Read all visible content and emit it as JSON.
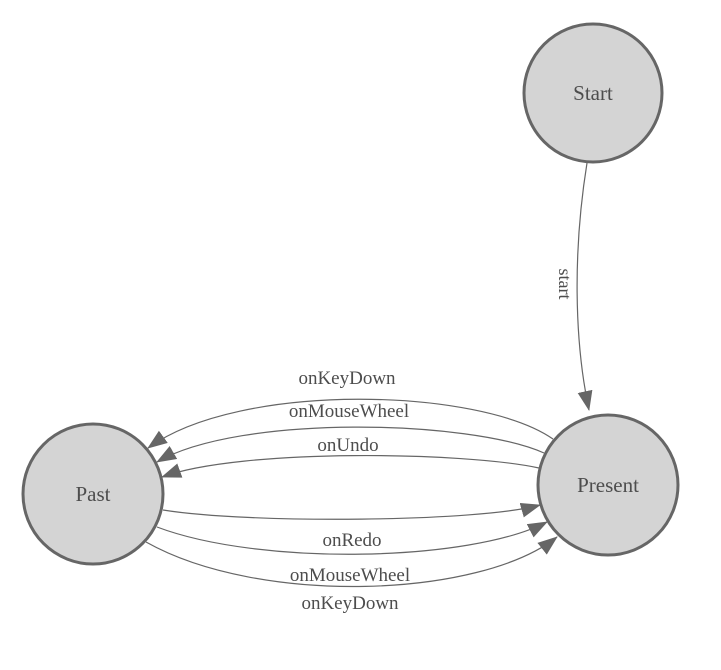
{
  "diagram": {
    "kind": "state-machine",
    "background": "#ffffff",
    "colors": {
      "node_fill": "#d4d4d4",
      "node_stroke": "#666666",
      "edge": "#666666",
      "arrow": "#666666",
      "label_text": "#4d4d4d"
    },
    "nodes": {
      "start": {
        "label": "Start"
      },
      "present": {
        "label": "Present"
      },
      "past": {
        "label": "Past"
      }
    },
    "edges": {
      "start_to_present": {
        "label": "start",
        "from": "Start",
        "to": "Present"
      },
      "present_to_past_keydown": {
        "label": "onKeyDown",
        "from": "Present",
        "to": "Past"
      },
      "present_to_past_mousewheel": {
        "label": "onMouseWheel",
        "from": "Present",
        "to": "Past"
      },
      "present_to_past_undo": {
        "label": "onUndo",
        "from": "Present",
        "to": "Past"
      },
      "past_to_present_redo": {
        "label": "onRedo",
        "from": "Past",
        "to": "Present"
      },
      "past_to_present_mousewheel": {
        "label": "onMouseWheel",
        "from": "Past",
        "to": "Present"
      },
      "past_to_present_keydown": {
        "label": "onKeyDown",
        "from": "Past",
        "to": "Present"
      }
    }
  }
}
